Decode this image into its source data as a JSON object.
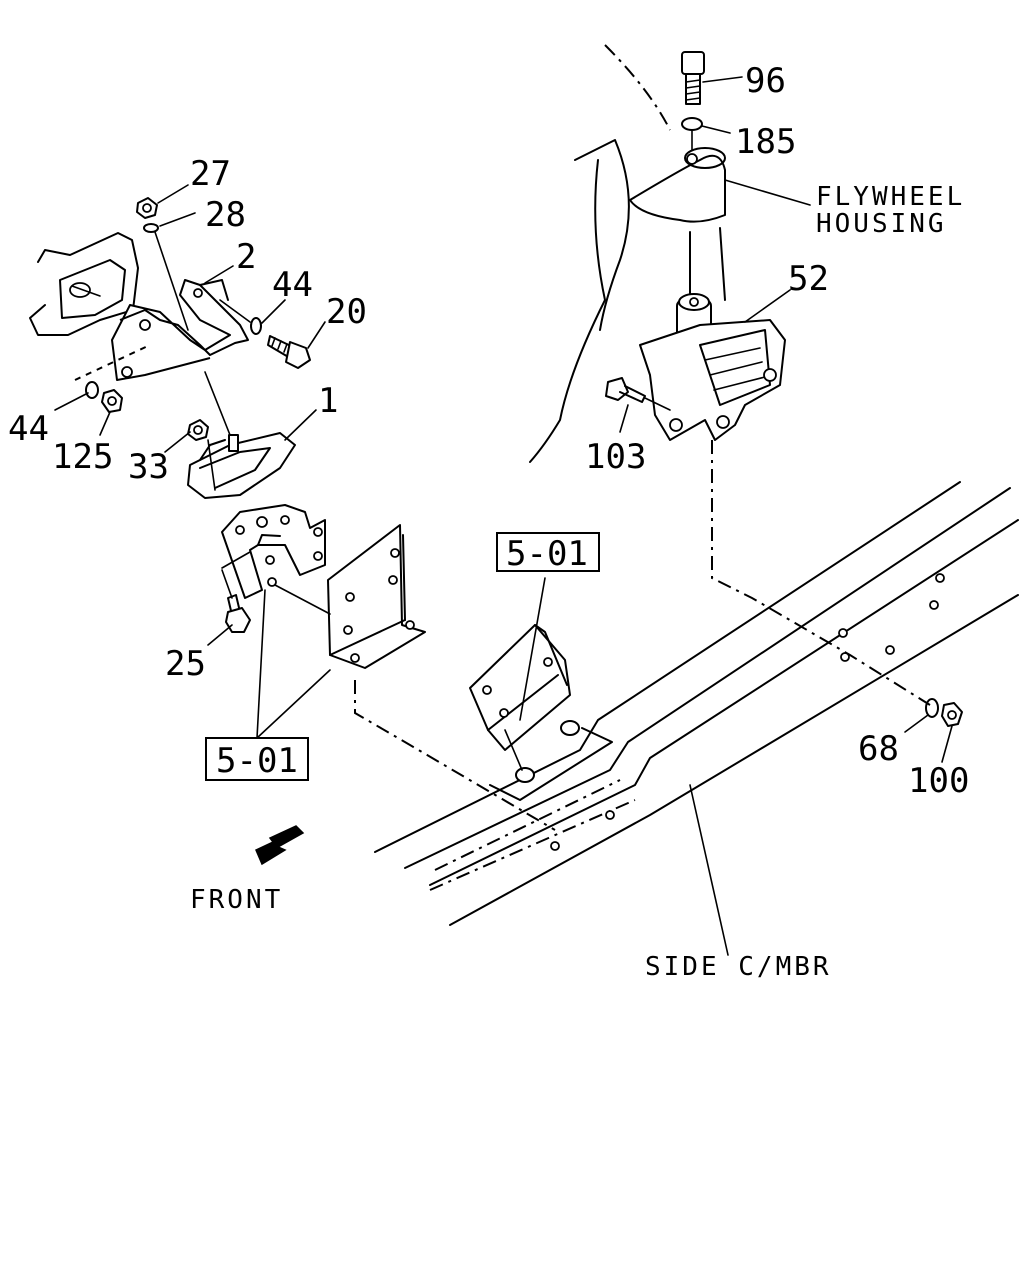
{
  "callouts": {
    "n96": "96",
    "n185": "185",
    "n52": "52",
    "n103": "103",
    "n27": "27",
    "n28": "28",
    "n2": "2",
    "n44a": "44",
    "n20": "20",
    "n1": "1",
    "n44b": "44",
    "n125": "125",
    "n33": "33",
    "n25": "25",
    "n68": "68",
    "n100": "100"
  },
  "labels": {
    "flywheel_line1": "FLYWHEEL",
    "flywheel_line2": "HOUSING",
    "front": "FRONT",
    "side_member": "SIDE C/MBR"
  },
  "references": {
    "ref_left": "5-01",
    "ref_center": "5-01"
  }
}
